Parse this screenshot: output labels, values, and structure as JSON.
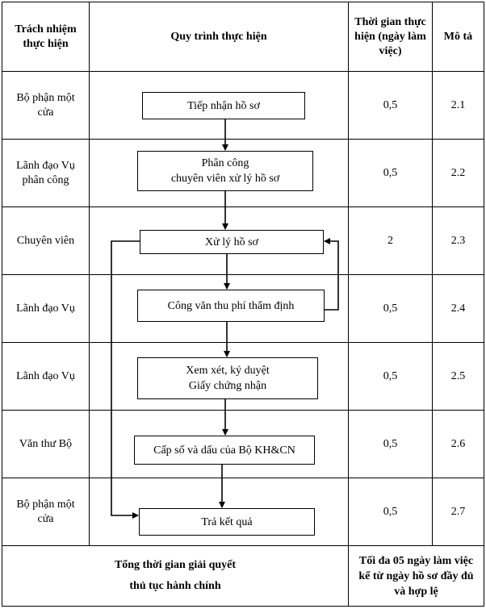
{
  "header": {
    "responsibility": "Trách nhiệm thực hiện",
    "process": "Quy trình thực hiện",
    "time": "Thời gian thực hiện (ngày làm việc)",
    "description": "Mô tả"
  },
  "rows": [
    {
      "responsibility": "Bộ phận một cửa",
      "step_line1": "Tiếp nhận hồ sơ",
      "step_line2": "",
      "time": "0,5",
      "ref": "2.1"
    },
    {
      "responsibility": "Lãnh đạo Vụ phân công",
      "step_line1": "Phân công",
      "step_line2": "chuyên viên xử lý hồ sơ",
      "time": "0,5",
      "ref": "2.2"
    },
    {
      "responsibility": "Chuyên viên",
      "step_line1": "Xử lý hồ sơ",
      "step_line2": "",
      "time": "2",
      "ref": "2.3"
    },
    {
      "responsibility": "Lãnh đạo Vụ",
      "step_line1": "Công văn thu phí thẩm định",
      "step_line2": "",
      "time": "0,5",
      "ref": "2.4"
    },
    {
      "responsibility": "Lãnh đạo Vụ",
      "step_line1": "Xem xét, ký duyệt",
      "step_line2": "Giấy chứng nhận",
      "time": "0,5",
      "ref": "2.5"
    },
    {
      "responsibility": "Văn thư Bộ",
      "step_line1": "Cấp số và dấu của Bộ KH&CN",
      "step_line2": "",
      "time": "0,5",
      "ref": "2.6"
    },
    {
      "responsibility": "Bộ phận một cửa",
      "step_line1": "Trả kết quả",
      "step_line2": "",
      "time": "0,5",
      "ref": "2.7"
    }
  ],
  "footer": {
    "total_line1": "Tổng thời gian giải quyết",
    "total_line2": "thủ tục hành chính",
    "limit": "Tối đa 05 ngày làm việc kể từ ngày hồ sơ đầy đủ và hợp lệ"
  }
}
